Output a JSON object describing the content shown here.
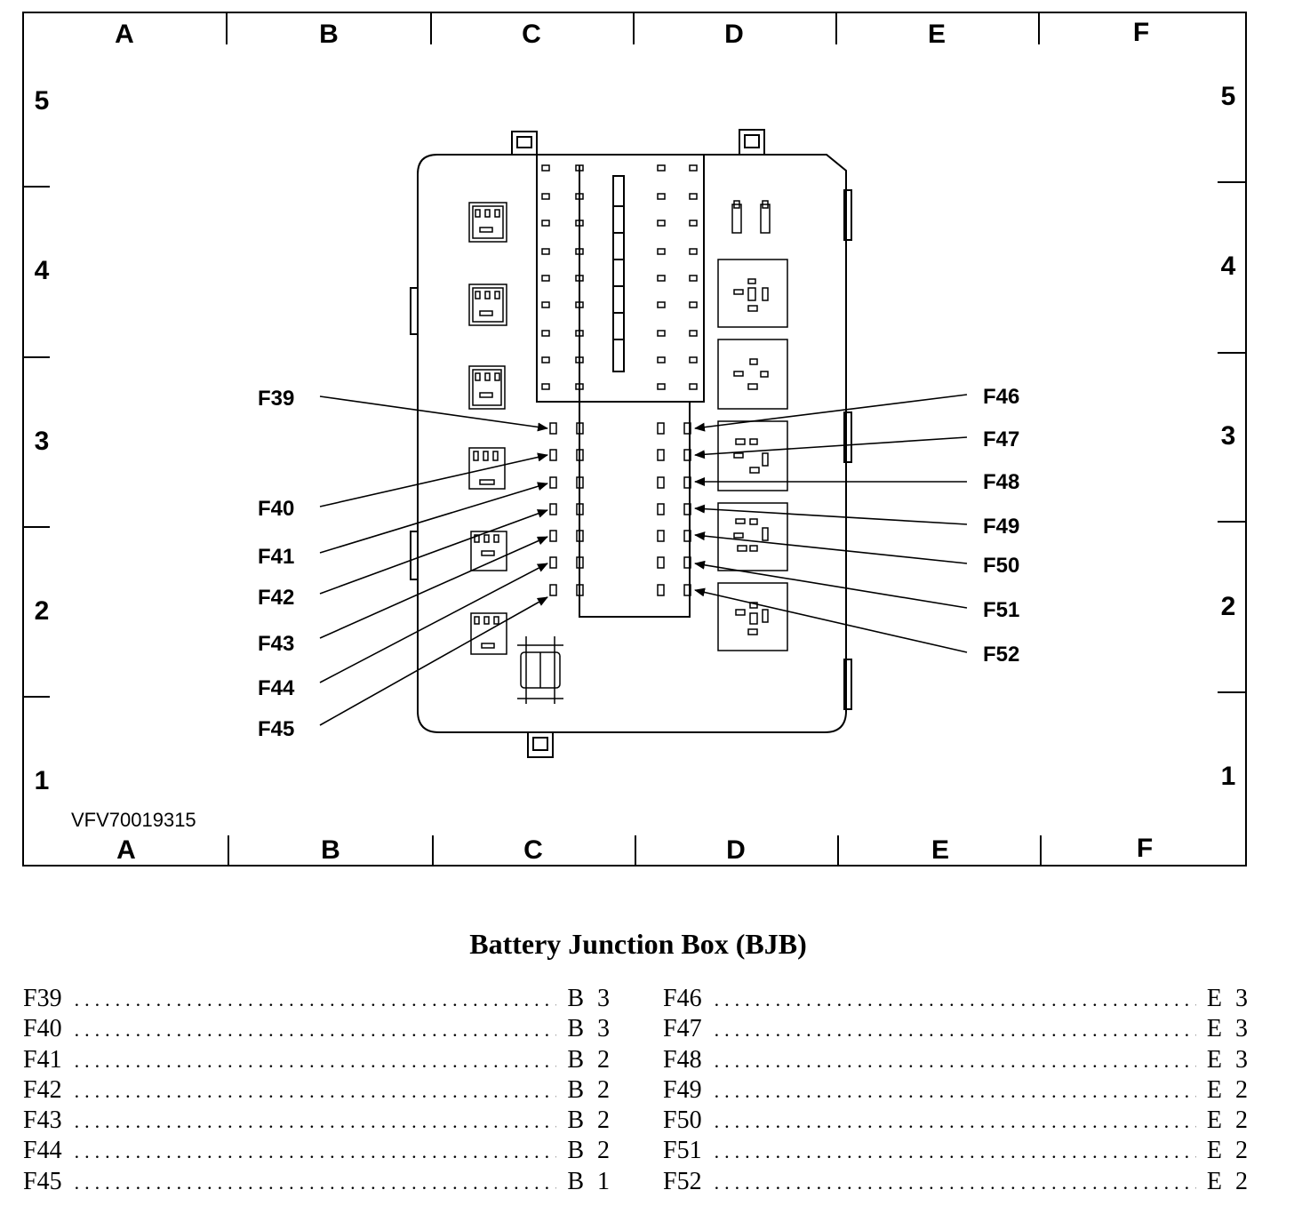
{
  "grid": {
    "columns": [
      "A",
      "B",
      "C",
      "D",
      "E",
      "F"
    ],
    "rows": [
      "5",
      "4",
      "3",
      "2",
      "1"
    ]
  },
  "figure_id": "VFV70019315",
  "fuse_callouts": [
    {
      "label": "F39",
      "location": "B 3"
    },
    {
      "label": "F40",
      "location": "B 3"
    },
    {
      "label": "F41",
      "location": "B 2"
    },
    {
      "label": "F42",
      "location": "B 2"
    },
    {
      "label": "F43",
      "location": "B 2"
    },
    {
      "label": "F44",
      "location": "B 2"
    },
    {
      "label": "F45",
      "location": "B 1"
    },
    {
      "label": "F46",
      "location": "E 3"
    },
    {
      "label": "F47",
      "location": "E 3"
    },
    {
      "label": "F48",
      "location": "E 3"
    },
    {
      "label": "F49",
      "location": "E 2"
    },
    {
      "label": "F50",
      "location": "E 2"
    },
    {
      "label": "F51",
      "location": "E 2"
    },
    {
      "label": "F52",
      "location": "E 2"
    }
  ],
  "legend": {
    "title": "Battery Junction Box (BJB)",
    "dots": "........................................................"
  }
}
